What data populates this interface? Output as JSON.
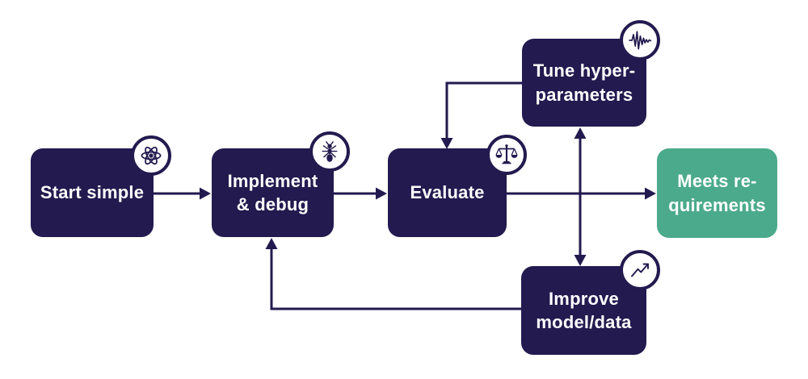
{
  "diagram": {
    "type": "flowchart",
    "background": "#ffffff",
    "colors": {
      "node_fill": "#231a4f",
      "success_fill": "#4baa8b",
      "text": "#ffffff",
      "line": "#231a4f",
      "badge_fill": "#ffffff"
    },
    "nodes": [
      {
        "id": "start-simple",
        "label": "Start simple",
        "icon": "atom-icon"
      },
      {
        "id": "implement-debug",
        "label": "Implement\n& debug",
        "icon": "ant-icon"
      },
      {
        "id": "evaluate",
        "label": "Evaluate",
        "icon": "scales-icon"
      },
      {
        "id": "tune-hyperparameters",
        "label": "Tune hyper-\nparameters",
        "icon": "waveform-icon"
      },
      {
        "id": "improve-model-data",
        "label": "Improve\nmodel/data",
        "icon": "trend-up-icon"
      },
      {
        "id": "meets-requirements",
        "label": "Meets re-\nquirements",
        "icon": "none"
      }
    ],
    "edges": [
      {
        "from": "start-simple",
        "to": "implement-debug",
        "style": "arrow"
      },
      {
        "from": "implement-debug",
        "to": "evaluate",
        "style": "arrow"
      },
      {
        "from": "evaluate",
        "to": "meets-requirements",
        "style": "arrow"
      },
      {
        "from": "tune-hyperparameters",
        "to": "improve-model-data",
        "style": "double-arrow"
      },
      {
        "from": "tune-hyperparameters",
        "to": "evaluate",
        "style": "arrow"
      },
      {
        "from": "improve-model-data",
        "to": "implement-debug",
        "style": "arrow"
      }
    ]
  }
}
